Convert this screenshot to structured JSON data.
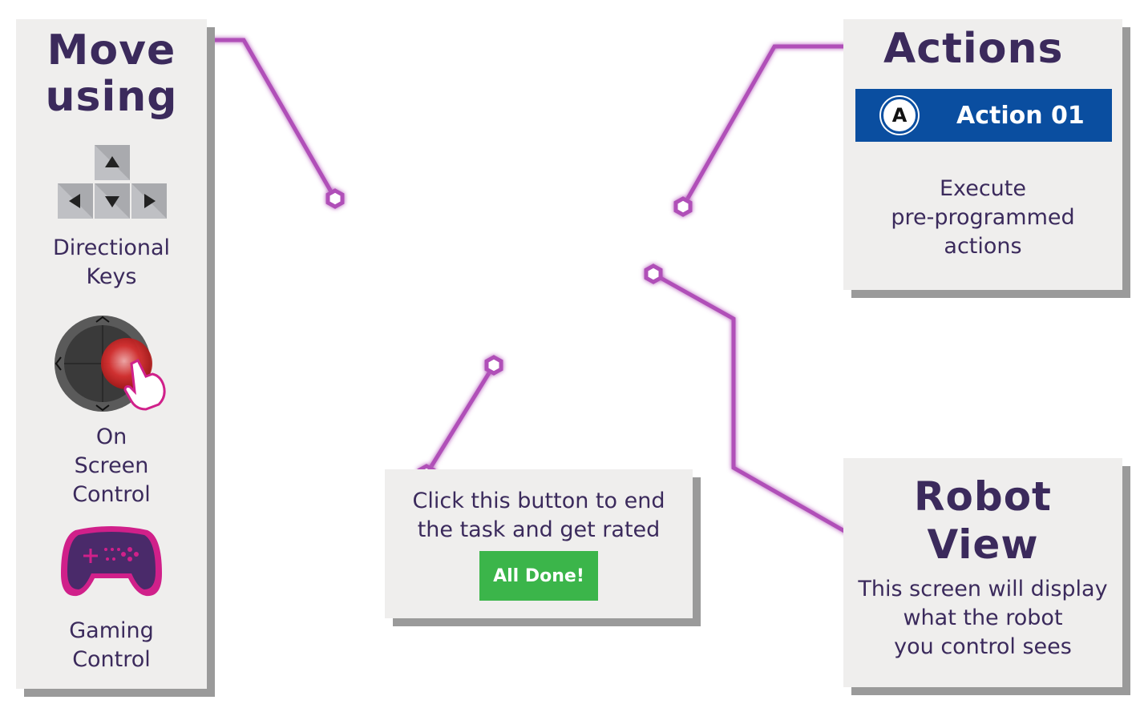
{
  "move_panel": {
    "title_line1": "Move",
    "title_line2": "using",
    "keys_label_line1": "Directional",
    "keys_label_line2": "Keys",
    "osc_label_line1": "On",
    "osc_label_line2": "Screen",
    "osc_label_line3": "Control",
    "gaming_label_line1": "Gaming",
    "gaming_label_line2": "Control"
  },
  "actions_panel": {
    "title": "Actions",
    "button_badge": "A",
    "button_label": "Action 01",
    "desc_line1": "Execute",
    "desc_line2": "pre-programmed",
    "desc_line3": "actions"
  },
  "robot_panel": {
    "title_line1": "Robot",
    "title_line2": "View",
    "desc_line1": "This screen will display",
    "desc_line2": "what the robot",
    "desc_line3": "you control sees"
  },
  "done_panel": {
    "desc_line1": "Click this button to end",
    "desc_line2": "the task and get rated",
    "button_label": "All Done!"
  },
  "colors": {
    "heading": "#3b2a5c",
    "panel_bg": "#efeeed",
    "action_button": "#0a4ea0",
    "done_button": "#3bb54a",
    "connector": "#b050b8"
  },
  "icons": {
    "keys": "arrow-keys-icon",
    "joystick": "on-screen-joystick-icon",
    "gamepad": "gamepad-icon"
  }
}
